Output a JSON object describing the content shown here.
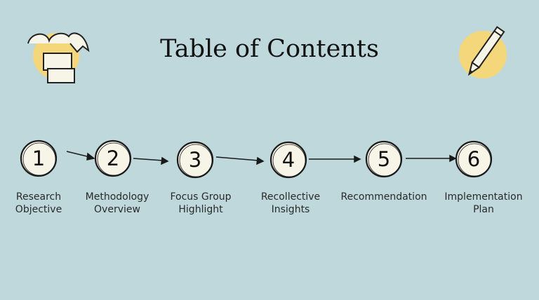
{
  "title": "Table of Contents",
  "steps": [
    {
      "number": "1",
      "label_line1": "Research",
      "label_line2": "Objective"
    },
    {
      "number": "2",
      "label_line1": "Methodology",
      "label_line2": "Overview"
    },
    {
      "number": "3",
      "label_line1": "Focus Group",
      "label_line2": "Highlight"
    },
    {
      "number": "4",
      "label_line1": "Recollective",
      "label_line2": "Insights"
    },
    {
      "number": "5",
      "label_line1": "Recommendation",
      "label_line2": ""
    },
    {
      "number": "6",
      "label_line1": "Implementation",
      "label_line2": "Plan"
    }
  ],
  "icons": {
    "top_left": "plant-box-icon",
    "top_right": "pencil-icon"
  },
  "colors": {
    "background": "#bfd8dc",
    "circle_fill": "#f7f4e8",
    "accent_yellow": "#f3d77a"
  }
}
